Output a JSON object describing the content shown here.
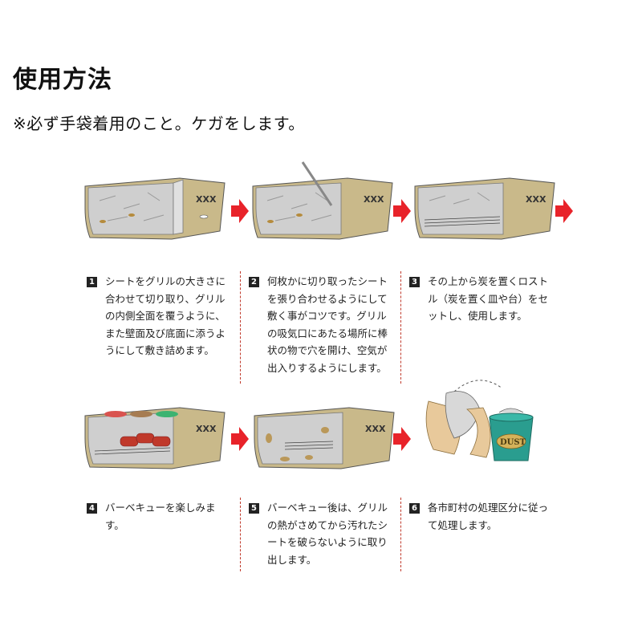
{
  "header": {
    "title": "使用方法",
    "subtitle": "※必ず手袋着用のこと。ケガをします。"
  },
  "tray_label": "XXX",
  "dust_label": "DUST",
  "colors": {
    "arrow": "#e8232a",
    "tray_gold": "#c9b98a",
    "foil": "#c8c8c8",
    "bin": "#2a9d8f",
    "divider": "#c0392b"
  },
  "steps": [
    {
      "number": "1",
      "lines": [
        "シートをグリルの大きさに",
        "合わせて切り取り、グリル",
        "の内側全面を覆うように、",
        "また壁面及び底面に添うよ",
        "うにして敷き詰めます。"
      ]
    },
    {
      "number": "2",
      "lines": [
        "何枚かに切り取ったシート",
        "を張り合わせるようにして",
        "敷く事がコツです。グリル",
        "の吸気口にあたる場所に棒",
        "状の物で穴を開け、空気が",
        "出入りするようにします。"
      ]
    },
    {
      "number": "3",
      "lines": [
        "その上から炭を置くロスト",
        "ル（炭を置く皿や台）をセ",
        "ットし、使用します。"
      ]
    },
    {
      "number": "4",
      "lines": [
        "バーベキューを楽しみま",
        "す。"
      ]
    },
    {
      "number": "5",
      "lines": [
        "バーベキュー後は、グリル",
        "の熱がさめてから汚れたシ",
        "ートを破らないように取り",
        "出します。"
      ]
    },
    {
      "number": "6",
      "lines": [
        "各市町村の処理区分に従っ",
        "て処理します。"
      ]
    }
  ]
}
